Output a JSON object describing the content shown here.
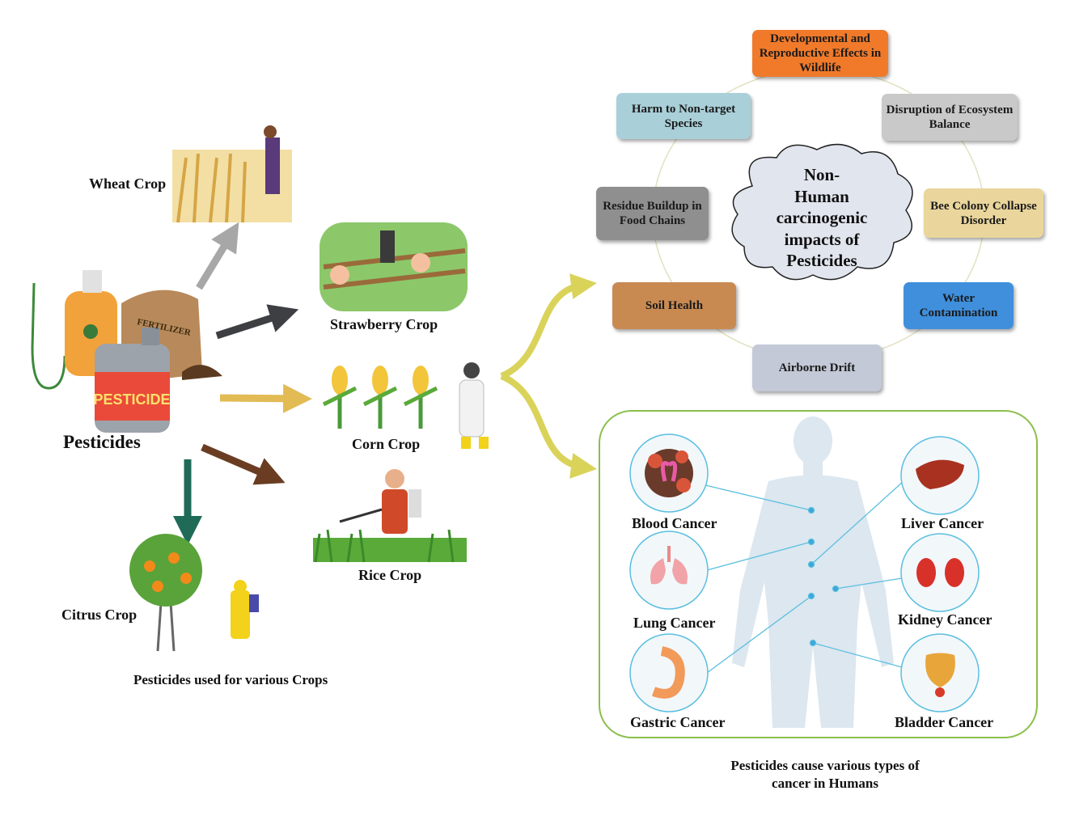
{
  "left": {
    "pesticides_label": "Pesticides",
    "pesticide_jug_text": "PESTICIDE",
    "fertilizer_bag_text": "FERTILIZER",
    "crops": {
      "wheat": "Wheat Crop",
      "strawberry": "Strawberry Crop",
      "corn": "Corn Crop",
      "rice": "Rice Crop",
      "citrus": "Citrus Crop"
    },
    "caption": "Pesticides used for various Crops"
  },
  "non_human": {
    "center": [
      "Non-",
      "Human",
      "carcinogenic",
      "impacts of",
      "Pesticides"
    ],
    "impacts": {
      "developmental": "Developmental and Reproductive Effects in Wildlife",
      "disruption": "Disruption of Ecosystem Balance",
      "bee": "Bee Colony Collapse Disorder",
      "water": "Water Contamination",
      "airborne": "Airborne Drift",
      "soil": "Soil Health",
      "residue": "Residue Buildup in Food Chains",
      "harm": "Harm to Non-target Species"
    }
  },
  "human": {
    "cancers": {
      "blood": "Blood Cancer",
      "liver": "Liver Cancer",
      "lung": "Lung Cancer",
      "kidney": "Kidney Cancer",
      "gastric": "Gastric Cancer",
      "bladder": "Bladder Cancer"
    },
    "caption_line1": "Pesticides cause various types of",
    "caption_line2": "cancer in Humans"
  },
  "colors": {
    "developmental": "#f07a2a",
    "harm": "#a9cfd8",
    "disruption": "#c9c9c9",
    "residue": "#8f8f8f",
    "bee": "#ead69c",
    "soil": "#c98a52",
    "water": "#3f8fdc",
    "airborne": "#c3c9d6",
    "panel_border": "#8bbf4a"
  }
}
